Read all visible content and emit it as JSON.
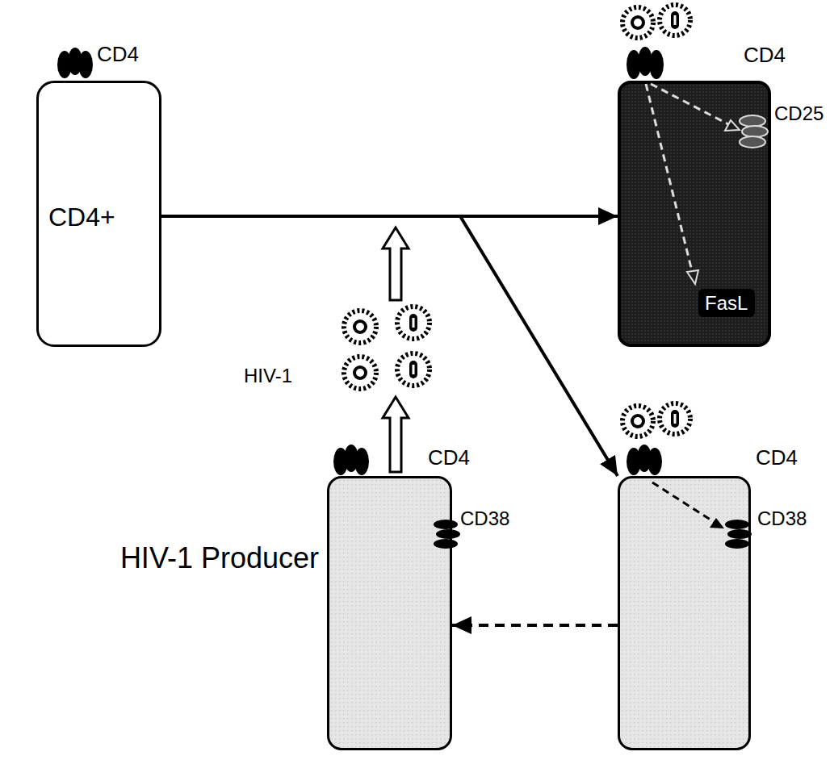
{
  "diagram": {
    "nodes": [
      {
        "text": [
          "CD4",
          "CD4+"
        ]
      },
      {
        "text": [
          "CD4",
          "CD25"
        ]
      },
      {
        "text": [
          "FasL"
        ],
        "in": 1
      },
      {
        "text": [
          "HIV-1 Producer",
          "CD4",
          "CD38"
        ]
      },
      {
        "text": [
          "CD4",
          "CD38"
        ]
      }
    ],
    "edges": [
      {
        "from": 0,
        "to": 1,
        "arrow": "to"
      },
      {
        "from": 0,
        "to": 4,
        "arrow": "to"
      },
      {
        "from": 4,
        "to": 3,
        "arrow": "to"
      }
    ],
    "labels": [
      "HIV-1"
    ]
  }
}
